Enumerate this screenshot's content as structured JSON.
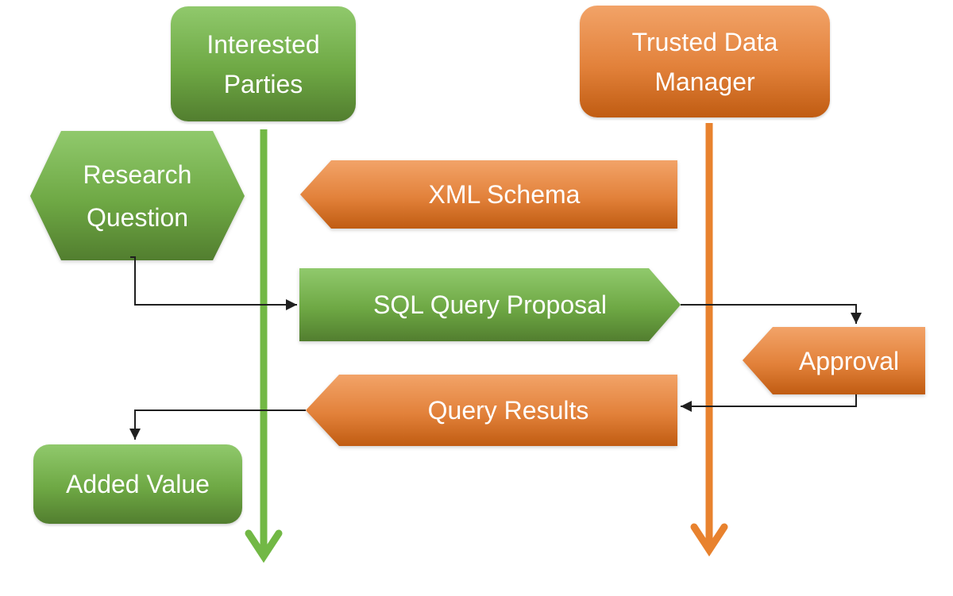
{
  "nodes": {
    "interested_parties": {
      "label": "Interested Parties",
      "shape": "rounded-rect",
      "color": "green"
    },
    "trusted_data_manager": {
      "label": "Trusted Data Manager",
      "shape": "rounded-rect",
      "color": "orange"
    },
    "research_question": {
      "label": "Research Question",
      "shape": "hexagon",
      "color": "green"
    },
    "xml_schema": {
      "label": "XML Schema",
      "shape": "arrow-left",
      "color": "orange"
    },
    "sql_query_proposal": {
      "label": "SQL Query Proposal",
      "shape": "arrow-right",
      "color": "green"
    },
    "approval": {
      "label": "Approval",
      "shape": "arrow-left",
      "color": "orange"
    },
    "query_results": {
      "label": "Query Results",
      "shape": "arrow-left",
      "color": "orange"
    },
    "added_value": {
      "label": "Added Value",
      "shape": "rounded-rect",
      "color": "green"
    }
  },
  "lifelines": {
    "interested_parties": {
      "actor": "Interested Parties",
      "color": "#72b845"
    },
    "trusted_data_manager": {
      "actor": "Trusted Data Manager",
      "color": "#e8822e"
    }
  },
  "flow_edges": [
    {
      "from": "research_question",
      "to": "sql_query_proposal"
    },
    {
      "from": "sql_query_proposal",
      "to": "approval"
    },
    {
      "from": "approval",
      "to": "query_results"
    },
    {
      "from": "query_results",
      "to": "added_value"
    }
  ],
  "colors": {
    "green_top": "#90c96c",
    "green_bottom": "#527e2f",
    "orange_top": "#f2a368",
    "orange_bottom": "#c05c12",
    "green_line": "#72b845",
    "orange_line": "#e8822e",
    "connector": "#1f1f1f",
    "text": "#ffffff",
    "background": "#ffffff"
  }
}
